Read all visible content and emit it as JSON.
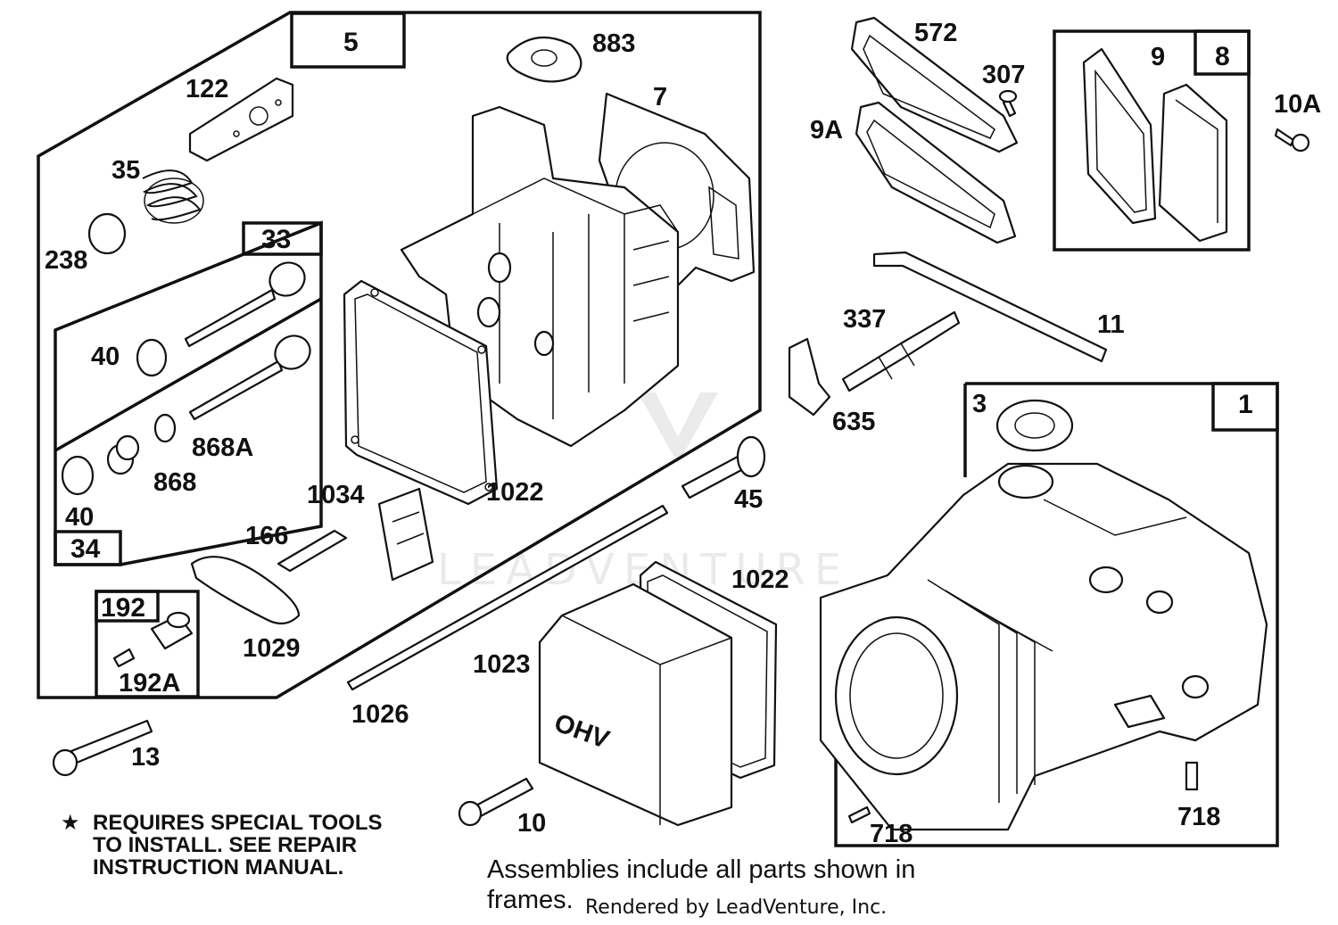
{
  "colors": {
    "ink": "#111111",
    "background": "#ffffff",
    "watermark": "#000000"
  },
  "frames": {
    "f5": "5",
    "f33": "33",
    "f34": "34",
    "f192": "192",
    "f9": "9",
    "f8": "8",
    "f1": "1"
  },
  "labels": {
    "p883": "883",
    "p7": "7",
    "p122": "122",
    "p35": "35",
    "p238": "238",
    "p40a": "40",
    "p40b": "40",
    "p868a": "868A",
    "p868": "868",
    "p1022a": "1022",
    "p1034": "1034",
    "p166": "166",
    "p1029": "1029",
    "p192a": "192A",
    "p13": "13",
    "p572": "572",
    "p307": "307",
    "p9a": "9A",
    "p10a": "10A",
    "p11": "11",
    "p337": "337",
    "p635": "635",
    "p45": "45",
    "p3": "3",
    "p1022b": "1022",
    "p1023": "1023",
    "p1026": "1026",
    "p10": "10",
    "p718a": "718",
    "p718b": "718"
  },
  "notes": {
    "star": "★",
    "line1": "REQUIRES SPECIAL TOOLS",
    "line2": "TO INSTALL.  SEE REPAIR",
    "line3": "INSTRUCTION MANUAL."
  },
  "footer": {
    "assemblies_line1": "Assemblies include all parts shown in",
    "assemblies_line2": "frames.",
    "credit": "Rendered by LeadVenture, Inc."
  },
  "watermark": {
    "text": "LEADVENTURE"
  }
}
